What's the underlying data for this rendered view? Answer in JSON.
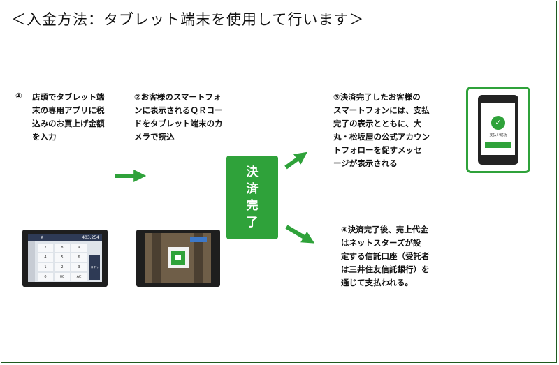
{
  "title": "＜入金方法：タブレット端末を使用して行います＞",
  "step1": {
    "number": "①",
    "text": "店頭でタブレット端\n末の専用アプリに税\n込みのお買上げ金額\nを入力"
  },
  "step2": {
    "text": "②お客様のスマートフォ\nンに表示されるＱＲコー\nドをタブレット端末のカ\nメラで読込"
  },
  "done_box": {
    "text": "決\n済\n完\n了"
  },
  "step3": {
    "text": "③決済完了したお客様の\nスマートフォンには、支払\n完了の表示とともに、大\n丸・松坂屋の公式アカウン\nトフォローを促すメッセ\nージが表示される"
  },
  "step4": {
    "text": "④決済完了後、売上代金\nはネットスターズが設\n定する信託口座（受託者\nは三井住友信託銀行）を\n通じて支払われる。"
  },
  "tablet1": {
    "currency": "¥",
    "amount": "403,254",
    "keys": [
      "7",
      "8",
      "9",
      "4",
      "5",
      "6",
      "1",
      "2",
      "3",
      "0",
      "00",
      "AC"
    ],
    "scan_label": "スキャン"
  },
  "phone": {
    "message": "支払い成功"
  },
  "colors": {
    "green": "#2fa23a",
    "frame": "#1f5a1f"
  }
}
